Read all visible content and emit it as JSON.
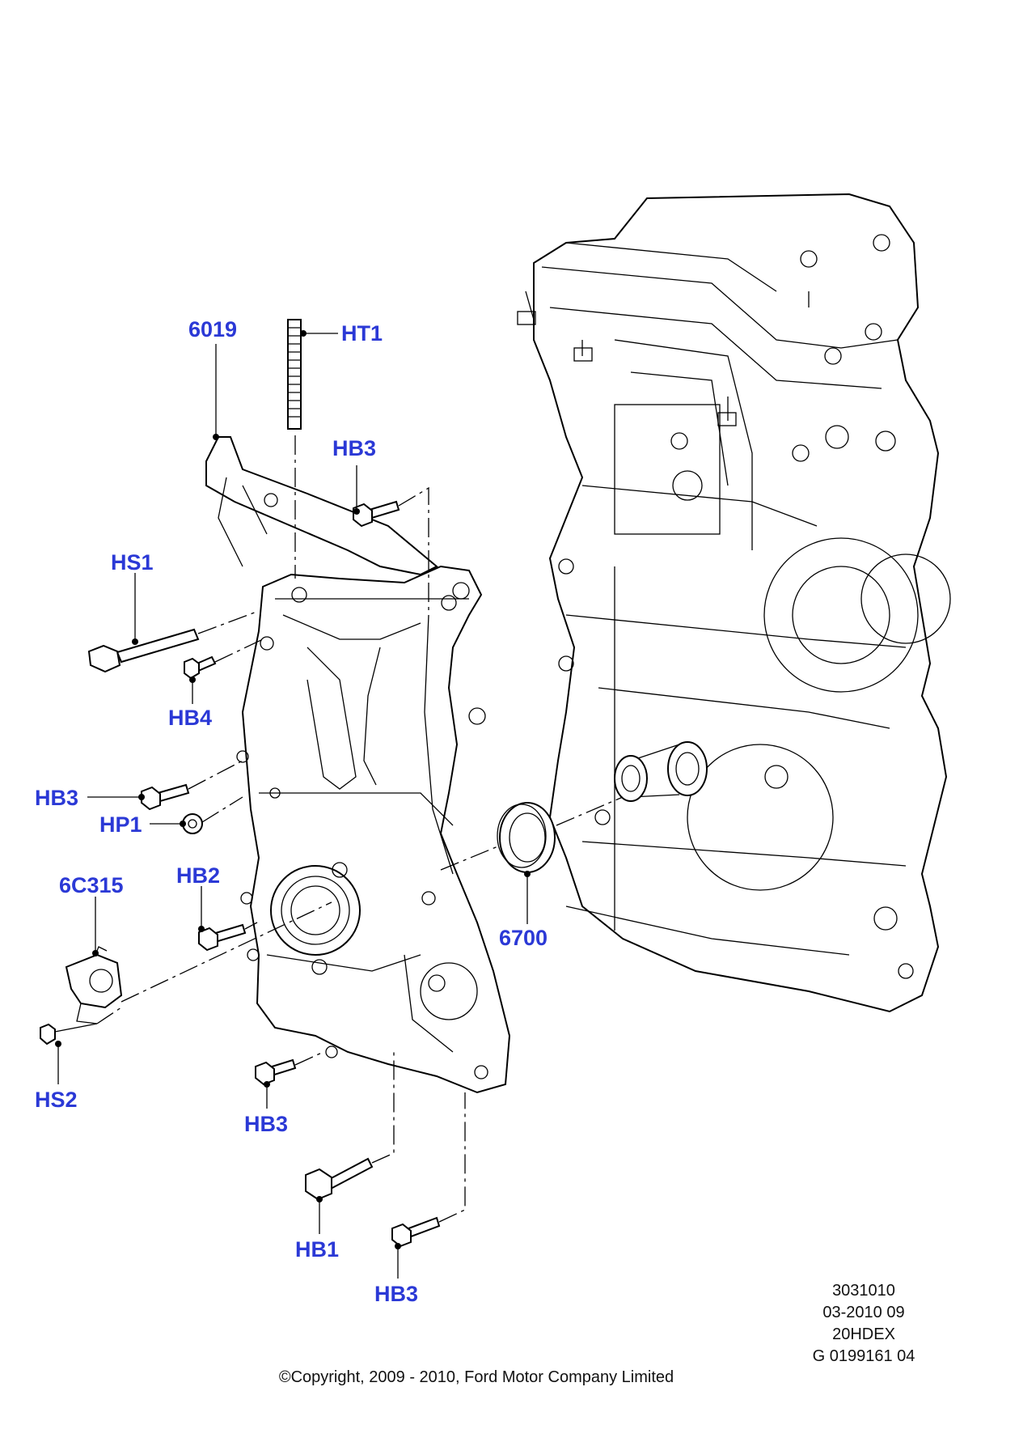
{
  "colors": {
    "label": "#2b39d6",
    "line": "#000000",
    "background": "#ffffff"
  },
  "labels": {
    "p6019": "6019",
    "ht1": "HT1",
    "hb3_top": "HB3",
    "hs1": "HS1",
    "hb4": "HB4",
    "hb3_mid": "HB3",
    "hp1": "HP1",
    "p6c315": "6C315",
    "hb2": "HB2",
    "p6700": "6700",
    "hs2": "HS2",
    "hb3_low": "HB3",
    "hb1": "HB1",
    "hb3_bottom": "HB3"
  },
  "info": {
    "line1": "3031010",
    "line2": "03-2010 09",
    "line3": "20HDEX",
    "line4": "G 0199161 04"
  },
  "copyright": "©Copyright, 2009 - 2010, Ford Motor Company Limited"
}
